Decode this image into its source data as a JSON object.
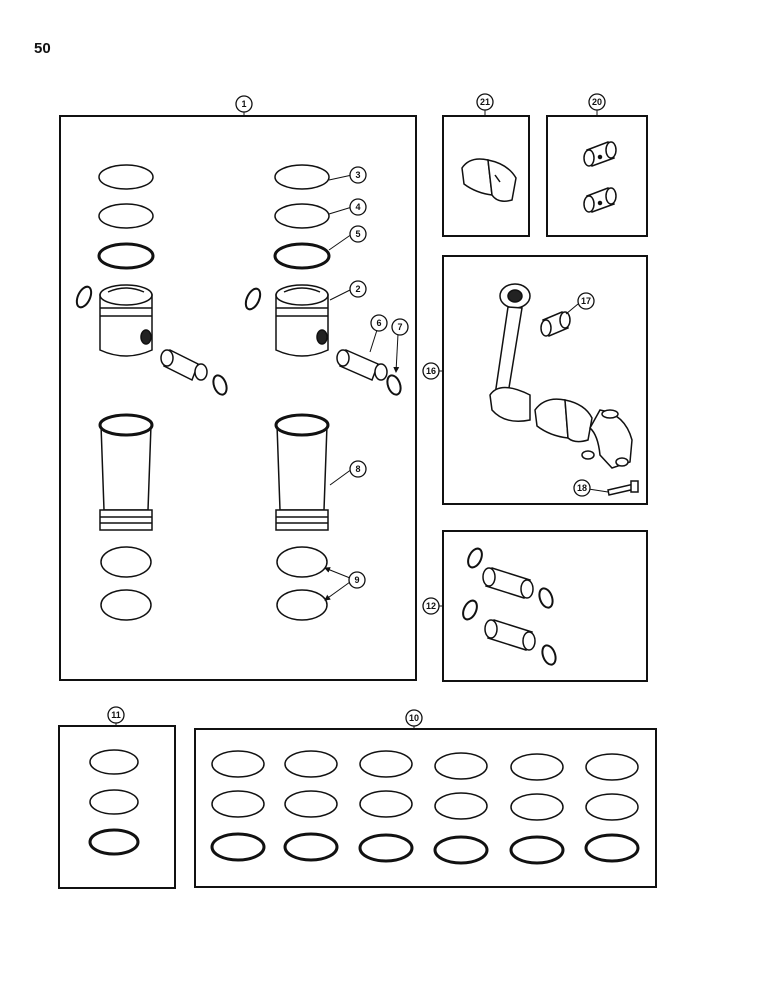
{
  "page": {
    "number": "50"
  },
  "callouts": {
    "c1": "1",
    "c2": "2",
    "c3": "3",
    "c4": "4",
    "c5": "5",
    "c6": "6",
    "c7": "7",
    "c8": "8",
    "c9": "9",
    "c10": "10",
    "c11": "11",
    "c12": "12",
    "c16": "16",
    "c17": "17",
    "c18": "18",
    "c20": "20",
    "c21": "21"
  }
}
